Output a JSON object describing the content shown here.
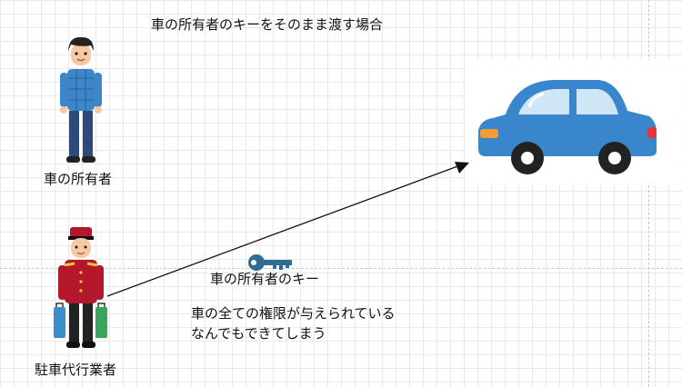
{
  "title": "車の所有者のキーをそのまま渡す場合",
  "owner_label": "車の所有者",
  "valet_label": "駐車代行業者",
  "key_label": "車の所有者のキー",
  "note_lines": [
    "車の全ての権限が与えられている",
    "なんでもできてしまう"
  ],
  "colors": {
    "car_body": "#3a86cc",
    "owner_shirt": "#3d86c8",
    "valet_uniform": "#b3172b",
    "key": "#2f6d92",
    "arrow": "#111111"
  }
}
